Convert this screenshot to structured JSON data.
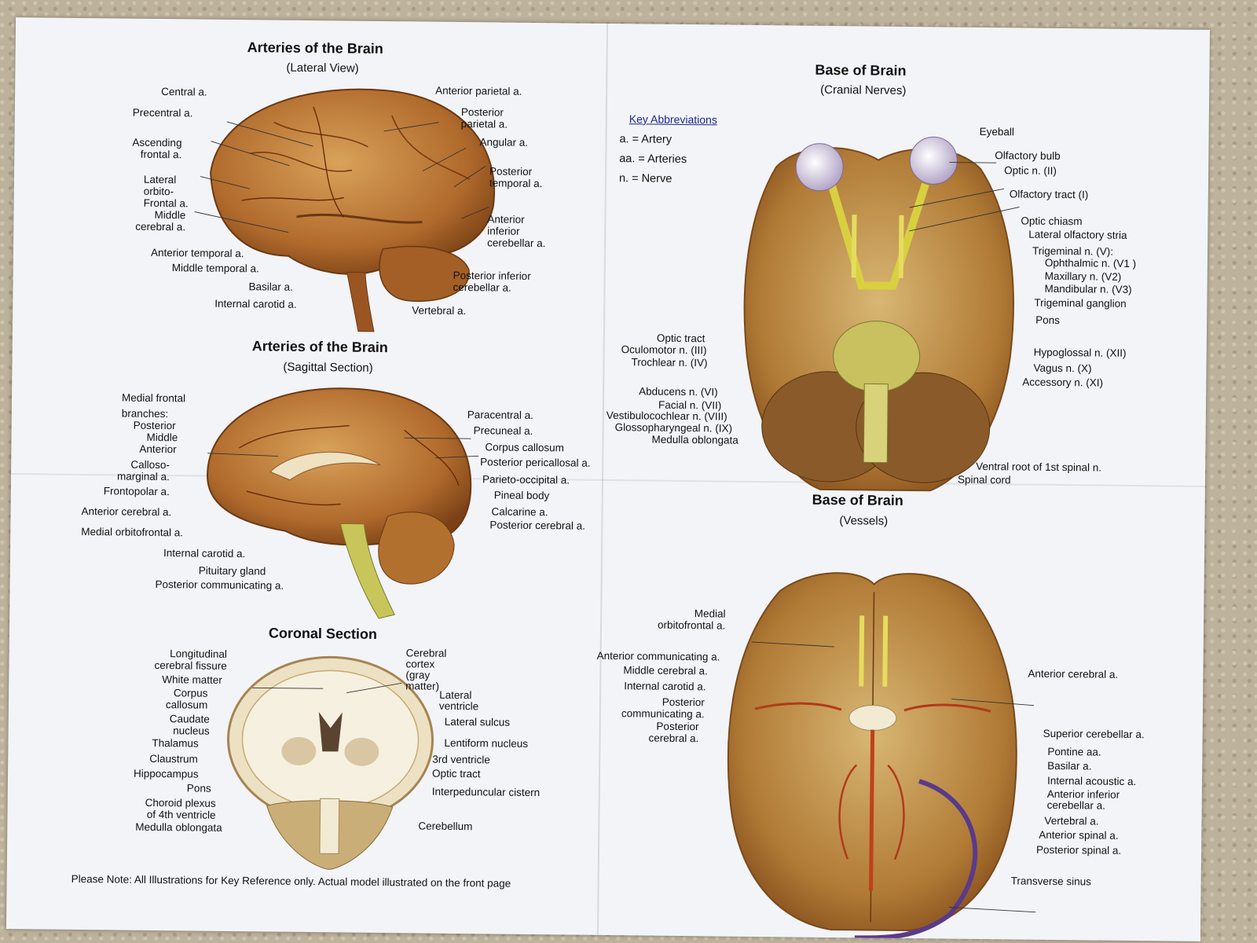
{
  "left_page": {
    "lateral": {
      "title": "Arteries of the Brain",
      "subtitle": "(Lateral View)",
      "labels": {
        "central": "Central  a.",
        "precentral": "Precentral a.",
        "ascending_frontal": "Ascending\nfrontal a.",
        "lateral_orbito_frontal": "Lateral\norbito-\nFrontal a.",
        "middle_cerebral": "Middle\ncerebral a.",
        "anterior_temporal": "Anterior temporal a.",
        "middle_temporal": "Middle temporal a.",
        "basilar": "Basilar a.",
        "internal_carotid": "Internal carotid a.",
        "anterior_parietal": "Anterior parietal a.",
        "posterior_parietal": "Posterior\nparietal a.",
        "angular": "Angular a.",
        "posterior_temporal": "Posterior\ntemporal a.",
        "anterior_inferior_cerebellar": "Anterior\ninferior\ncerebellar a.",
        "posterior_inferior_cerebellar": "Posterior inferior\ncerebellar a.",
        "vertebral": "Vertebral a."
      }
    },
    "sagittal": {
      "title": "Arteries of the Brain",
      "subtitle": "(Sagittal Section)",
      "labels": {
        "medial_frontal": "Medial frontal\nbranches:",
        "posterior": "Posterior",
        "middle": "Middle",
        "anterior": "Anterior",
        "callosomarginal": "Calloso-\nmarginal a.",
        "frontopolar": "Frontopolar a.",
        "anterior_cerebral": "Anterior cerebral a.",
        "medial_orbitofrontal": "Medial orbitofrontal a.",
        "internal_carotid": "Internal carotid a.",
        "pituitary": "Pituitary gland",
        "posterior_communicating": "Posterior  communicating a.",
        "paracentral": "Paracentral a.",
        "precuneal": "Precuneal a.",
        "corpus_callosum": "Corpus callosum",
        "posterior_pericallosal": "Posterior pericallosal a.",
        "parieto_occipital": "Parieto-occipital a.",
        "pineal": "Pineal body",
        "calcarine": "Calcarine a.",
        "posterior_cerebral": "Posterior cerebral a."
      }
    },
    "coronal": {
      "title": "Coronal Section",
      "labels": {
        "longitudinal": "Longitudinal\ncerebral fissure",
        "white_matter": "White matter",
        "corpus_callosum": "Corpus\ncallosum",
        "caudate": "Caudate\nnucleus",
        "thalamus": "Thalamus",
        "claustrum": "Claustrum",
        "hippocampus": "Hippocampus",
        "pons": "Pons",
        "choroid": "Choroid plexus\nof 4th ventricle",
        "medulla": "Medulla oblongata",
        "cortex": "Cerebral\ncortex\n(gray\nmatter)",
        "lateral_ventricle": "Lateral\nventricle",
        "lateral_sulcus": "Lateral sulcus",
        "lentiform": "Lentiform nucleus",
        "third_ventricle": "3rd ventricle",
        "optic_tract": "Optic tract",
        "interpeduncular": "Interpeduncular cistern",
        "cerebellum": "Cerebellum"
      }
    },
    "note": "Please Note: All Illustrations for Key Reference only.  Actual model illustrated on the front page"
  },
  "right_page": {
    "cranial": {
      "title": "Base of Brain",
      "subtitle": "(Cranial Nerves)",
      "key_heading": "Key Abbreviations",
      "key_items": [
        "a. = Artery",
        "aa. = Arteries",
        "n. = Nerve"
      ],
      "labels": {
        "eyeball": "Eyeball",
        "olfactory_bulb": "Olfactory bulb",
        "optic_n": "Optic n. (II)",
        "olfactory_tract": "Olfactory tract (I)",
        "optic_chiasm": "Optic chiasm",
        "lateral_olfactory": "Lateral olfactory stria",
        "trigeminal": "Trigeminal n. (V):",
        "ophthalmic": "Ophthalmic n. (V1 )",
        "maxillary": "Maxillary n. (V2)",
        "mandibular": "Mandibular n. (V3)",
        "trigeminal_ganglion": "Trigeminal ganglion",
        "pons": "Pons",
        "hypoglossal": "Hypoglossal n. (XII)",
        "vagus": "Vagus n. (X)",
        "accessory": "Accessory n. (XI)",
        "optic_tract": "Optic tract",
        "oculomotor": "Oculomotor n. (III)",
        "trochlear": "Trochlear n. (IV)",
        "abducens": "Abducens n. (VI)",
        "facial": "Facial n. (VII)",
        "vestibulocochlear": "Vestibulocochlear n. (VIII)",
        "glossopharyngeal": "Glossopharyngeal n. (IX)",
        "medulla": "Medulla oblongata",
        "ventral_root": "Ventral root of 1st spinal n.",
        "spinal_cord": "Spinal cord"
      }
    },
    "vessels": {
      "title": "Base of Brain",
      "subtitle": "(Vessels)",
      "labels": {
        "medial_orbitofrontal": "Medial\norbitofrontal a.",
        "anterior_communicating": "Anterior communicating a.",
        "middle_cerebral": "Middle cerebral a.",
        "internal_carotid": "Internal carotid a.",
        "posterior_communicating": "Posterior\ncommunicating a.",
        "posterior_cerebral": "Posterior\ncerebral a.",
        "anterior_cerebral": "Anterior cerebral a.",
        "superior_cerebellar": "Superior cerebellar a.",
        "pontine": "Pontine aa.",
        "basilar": "Basilar a.",
        "internal_acoustic": "Internal acoustic a.",
        "anterior_inferior_cerebellar": "Anterior inferior\ncerebellar a.",
        "vertebral": "Vertebral a.",
        "anterior_spinal": "Anterior spinal a.",
        "posterior_spinal": "Posterior spinal a.",
        "transverse_sinus": "Transverse sinus"
      }
    }
  }
}
